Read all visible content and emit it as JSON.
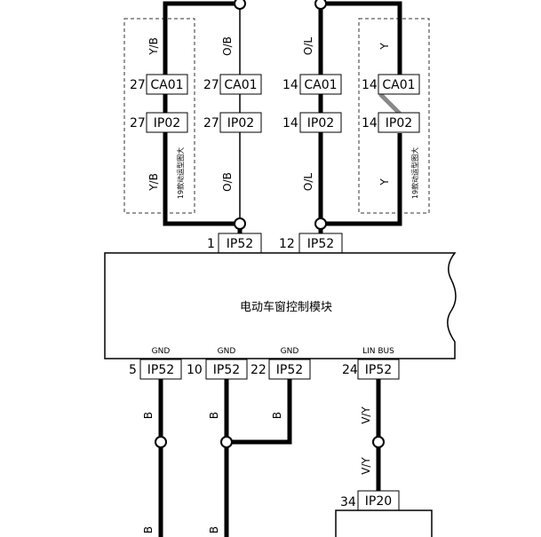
{
  "module": {
    "title": "电动车窗控制模块"
  },
  "wires": {
    "yb": "Y/B",
    "ob": "O/B",
    "ol": "O/L",
    "y": "Y",
    "b": "B",
    "vy": "V/Y"
  },
  "connectors": {
    "ca01": "CA01",
    "ip02": "IP02",
    "ip52": "IP52",
    "ip20": "IP20"
  },
  "pins": {
    "p27": "27",
    "p14": "14",
    "p1": "1",
    "p12": "12",
    "p5": "5",
    "p10": "10",
    "p22": "22",
    "p24": "24",
    "p34": "34"
  },
  "pin_labels": {
    "gnd": "GND",
    "lin_bus": "LIN BUS"
  },
  "notes": {
    "left_box": "19款动运型图大",
    "right_box": "19款动运型图大"
  }
}
